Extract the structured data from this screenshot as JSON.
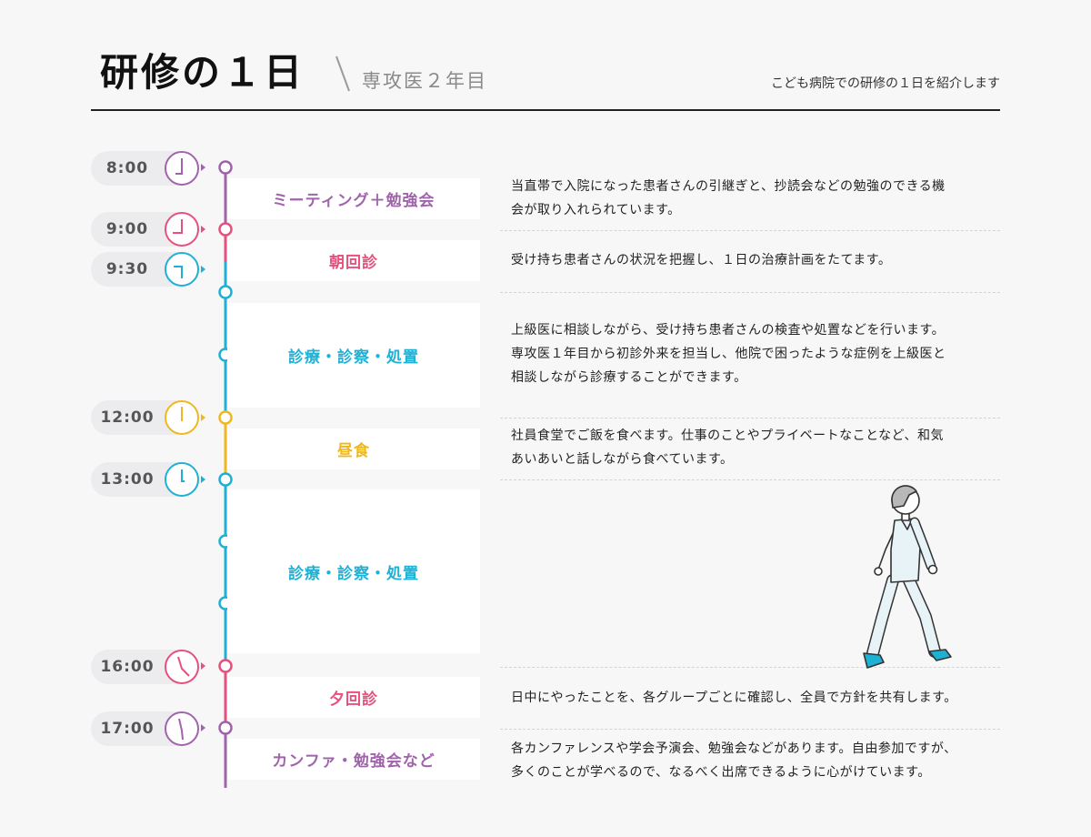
{
  "header": {
    "title": "研修の１日",
    "subtitle": "専攻医２年目",
    "tagline": "こども病院での研修の１日を紹介します"
  },
  "colors": {
    "purple": "#a064ab",
    "pink": "#e5507e",
    "cyan": "#1fb1d4",
    "yellow": "#efb81f",
    "rule": "#222222"
  },
  "times": [
    {
      "label": "8:00",
      "color": "purple",
      "clock": "clock-8"
    },
    {
      "label": "9:00",
      "color": "pink",
      "clock": "clock-9"
    },
    {
      "label": "9:30",
      "color": "cyan",
      "clock": "clock-930"
    },
    {
      "label": "12:00",
      "color": "yellow",
      "clock": "clock-12"
    },
    {
      "label": "13:00",
      "color": "cyan",
      "clock": "clock-13"
    },
    {
      "label": "16:00",
      "color": "pink",
      "clock": "clock-16"
    },
    {
      "label": "17:00",
      "color": "purple",
      "clock": "clock-17"
    }
  ],
  "activities": [
    {
      "label": "ミーティング＋勉強会",
      "color": "purple"
    },
    {
      "label": "朝回診",
      "color": "pink"
    },
    {
      "label": "診療・診察・処置",
      "color": "cyan"
    },
    {
      "label": "昼食",
      "color": "yellow"
    },
    {
      "label": "診療・診察・処置",
      "color": "cyan"
    },
    {
      "label": "夕回診",
      "color": "pink"
    },
    {
      "label": "カンファ・勉強会など",
      "color": "purple"
    }
  ],
  "descriptions": [
    {
      "lines": [
        "当直帯で入院になった患者さんの引継ぎと、抄読会などの勉強のできる機",
        "会が取り入れられています。"
      ]
    },
    {
      "lines": [
        "受け持ち患者さんの状況を把握し、１日の治療計画をたてます。"
      ]
    },
    {
      "lines": [
        "上級医に相談しながら、受け持ち患者さんの検査や処置などを行います。",
        "専攻医１年目から初診外来を担当し、他院で困ったような症例を上級医と",
        "相談しながら診療することができます。"
      ]
    },
    {
      "lines": [
        "社員食堂でご飯を食べます。仕事のことやプライベートなことなど、和気",
        "あいあいと話しながら食べています。"
      ]
    },
    {
      "lines": [
        "日中にやったことを、各グループごとに確認し、全員で方針を共有します。"
      ]
    },
    {
      "lines": [
        "各カンファレンスや学会予演会、勉強会などがあります。自由参加ですが、",
        "多くのことが学べるので、なるべく出席できるように心がけています。"
      ]
    }
  ]
}
